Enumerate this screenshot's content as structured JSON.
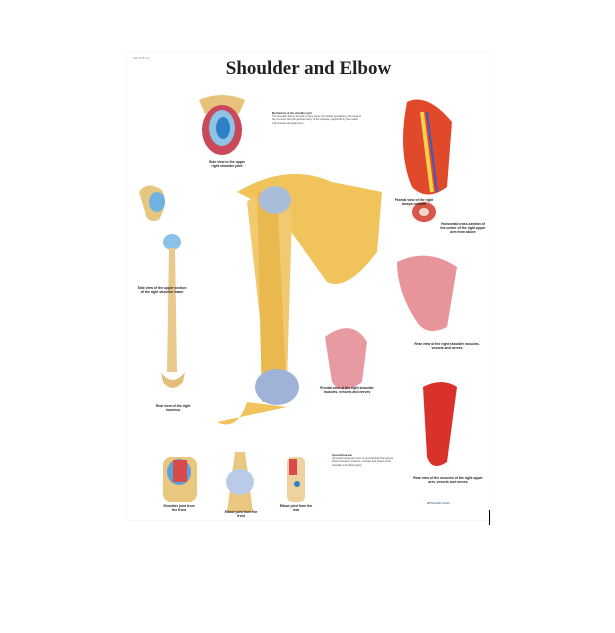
{
  "poster": {
    "code": "VR 1176 UU",
    "title": "Shoulder and Elbow",
    "captions": {
      "shoulder_joint_side": "Side view to the upper right shoulder joint",
      "shoulder_blade": "Side view of the upper section of the right shoulder blade",
      "humerus": "Rear view of the right humerus",
      "biceps": "Frontal view of the right biceps uniform",
      "cross_section": "Horizontal cross-section of the center of the right upper arm from above",
      "rear_shoulder": "Rear view of the right shoulder muscles, vessels and nerves",
      "frontal_shoulder": "Frontal view of the right shoulder muscles, vessels and nerves",
      "shoulder_front": "Shoulder joint from the front",
      "elbow_front": "Elbow joint from the front",
      "elbow_rear": "Elbow joint from the rear",
      "upper_arm_rear": "Rear view of the muscles of the right upper arm, vessels and nerves"
    },
    "mechanism": {
      "heading": "Mechanism of the shoulder joint",
      "body": "The shoulder joint is formed in three parts: the socket provided by the head of the humerus and the glenoid cavity of the scapula, supported by the rotator cuff muscles and ligaments."
    },
    "bursae": {
      "heading": "Synovial bursae",
      "body": "Synovial bursae are sacs of synovial fluid that reduce friction between tendons, muscles and bones of the shoulder and elbow joints."
    },
    "publisher": "3B Scientific GmbH"
  }
}
